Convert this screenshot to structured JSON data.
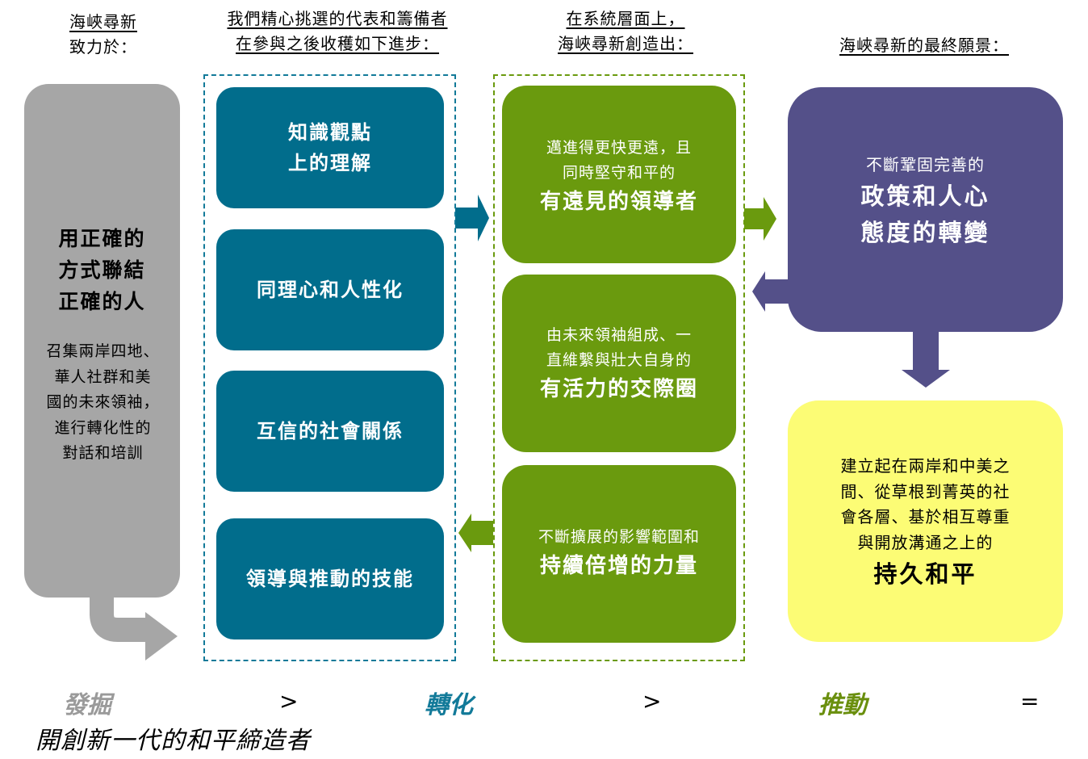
{
  "headers": {
    "col1": [
      "海峽尋新",
      "致力於："
    ],
    "col2": [
      "我們精心挑選的代表和籌備者",
      "在參與之後收穫如下進步："
    ],
    "col3": [
      "在系統層面上，",
      "海峽尋新創造出："
    ],
    "col4": [
      "海峽尋新的最終願景："
    ]
  },
  "gray_box": {
    "title": [
      "用正確的",
      "方式聯結",
      "正確的人"
    ],
    "body": [
      "召集兩岸四地、",
      "華人社群和美",
      "國的未來領袖，",
      "進行轉化性的",
      "對話和培訓"
    ]
  },
  "teal_boxes": [
    [
      "知識觀點",
      "上的理解"
    ],
    [
      "同理心和人性化"
    ],
    [
      "互信的社會關係"
    ],
    [
      "領導與推動的技能"
    ]
  ],
  "green_boxes": [
    {
      "small": [
        "邁進得更快更遠，且",
        "同時堅守和平的"
      ],
      "big": [
        "有遠見的領導者"
      ]
    },
    {
      "small": [
        "由未來領袖組成、一",
        "直維繫與壯大自身的"
      ],
      "big": [
        "有活力的交際圈"
      ]
    },
    {
      "small": [
        "不斷擴展的影響範圍和"
      ],
      "big": [
        "持續倍增的力量"
      ]
    }
  ],
  "purple_box": {
    "small": "不斷鞏固完善的",
    "big": [
      "政策和人心",
      "態度的轉變"
    ]
  },
  "yellow_box": {
    "small": [
      "建立起在兩岸和中美之",
      "間、從草根到菁英的社",
      "會各層、基於相互尊重",
      "與開放溝通之上的"
    ],
    "big": "持久和平"
  },
  "footer": {
    "stage1": "發掘",
    "sep1": ">",
    "stage2": "轉化",
    "sep2": ">",
    "stage3": "推動",
    "equals": "=",
    "result": "開創新一代的和平締造者"
  },
  "colors": {
    "gray": "#a6a6a6",
    "teal": "#016d8c",
    "green": "#6a9a0e",
    "purple": "#545089",
    "yellow": "#fcfc75",
    "stage1_text": "#9a9a9a",
    "stage2_text": "#127a99",
    "stage3_text": "#6a8f0e"
  }
}
